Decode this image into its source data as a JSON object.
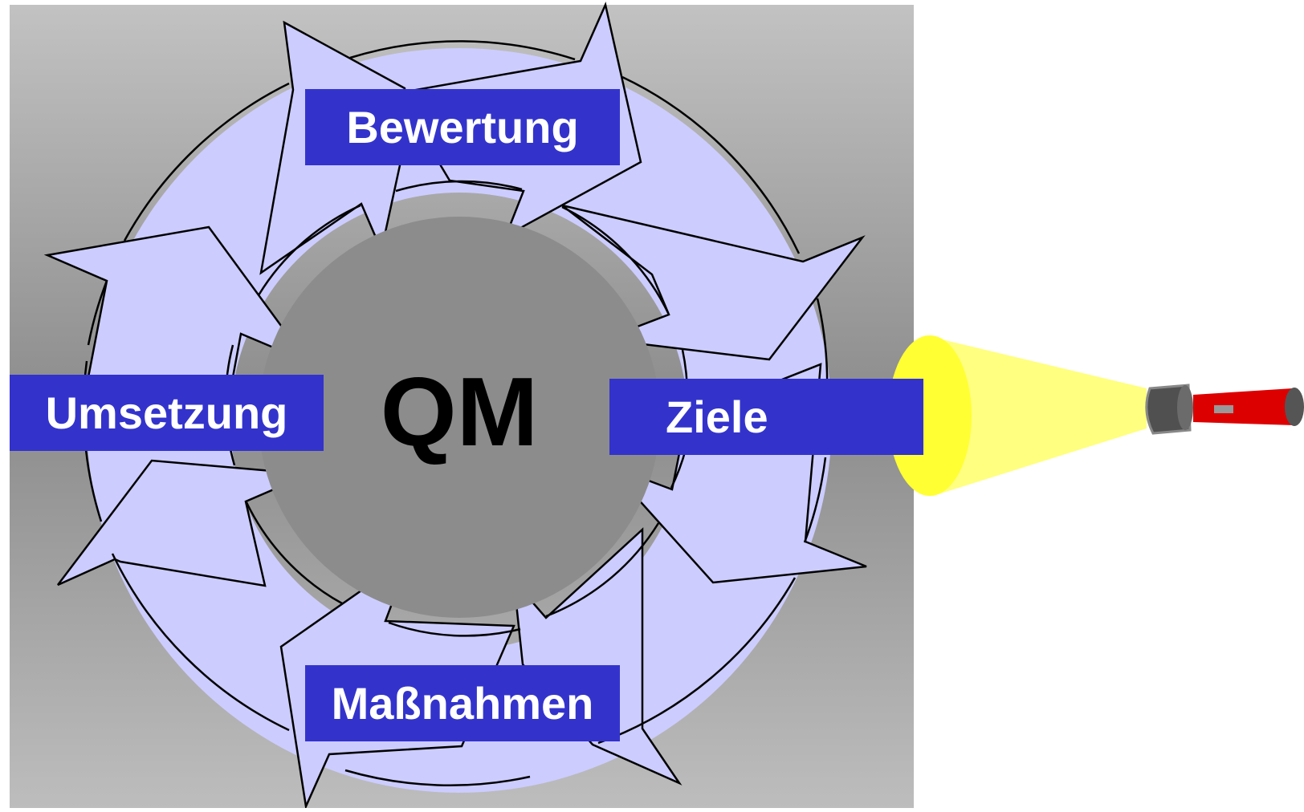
{
  "diagram": {
    "center_label": "QM",
    "steps": [
      {
        "id": "bewertung",
        "label": "Bewertung"
      },
      {
        "id": "ziele",
        "label": "Ziele"
      },
      {
        "id": "massnahmen",
        "label": "Maßnahmen"
      },
      {
        "id": "umsetzung",
        "label": "Umsetzung"
      }
    ]
  },
  "colors": {
    "background_top": "#c0c0c0",
    "background_mid": "#8c8c8c",
    "cycle_fill": "#ccccff",
    "label_box": "#3333cc",
    "label_text": "#ffffff",
    "center_text": "#000000",
    "light_beam": "#ffff80",
    "light_spot": "#ffff33",
    "flashlight_body": "#dd0000",
    "flashlight_head": "#505050"
  },
  "icons": {
    "flashlight": "flashlight-icon",
    "cycle": "cycle-arrows-icon"
  }
}
